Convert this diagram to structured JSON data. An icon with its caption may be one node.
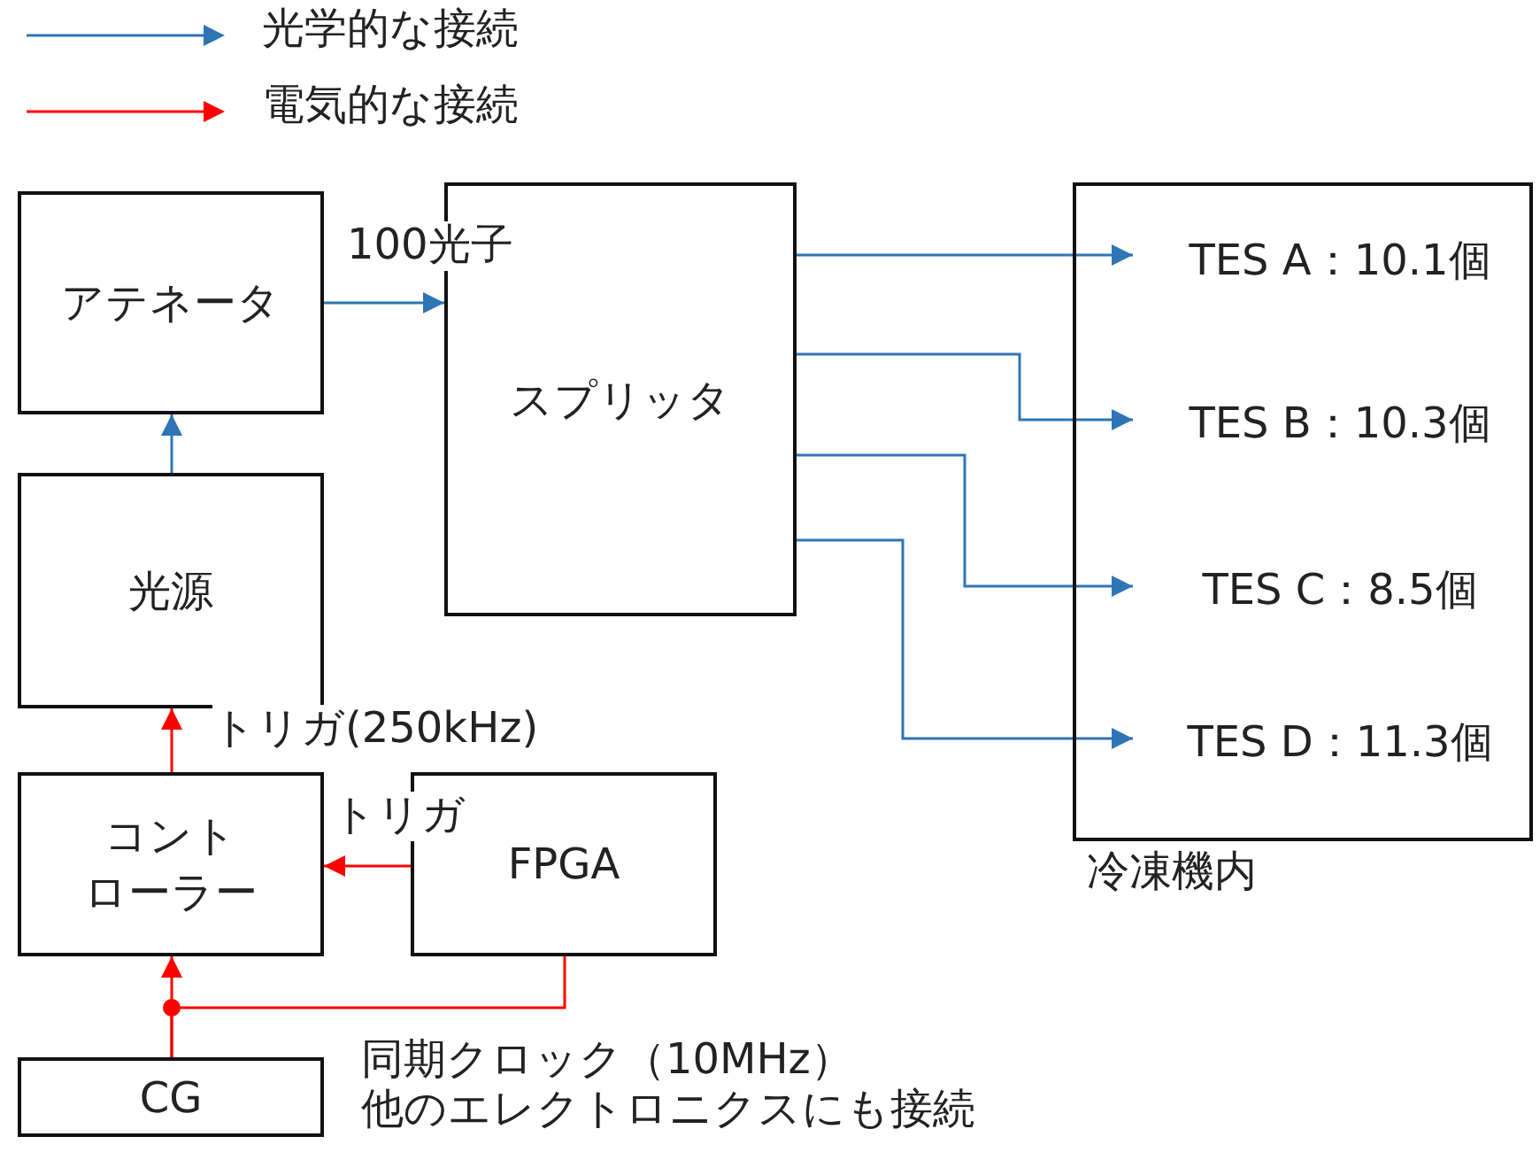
{
  "diagram": {
    "nodes": [
      {
        "text": [
          "アテネータ"
        ]
      },
      {
        "text": [
          "スプリッタ"
        ]
      },
      {
        "text": [],
        "shape": "box",
        "beside": [
          "冷凍機内"
        ]
      },
      {
        "text": [
          "TES A：10.1個"
        ],
        "in": 2
      },
      {
        "text": [
          "TES B：10.3個"
        ],
        "in": 2
      },
      {
        "text": [
          "TES C：8.5個"
        ],
        "in": 2
      },
      {
        "text": [
          "TES D：11.3個"
        ],
        "in": 2
      },
      {
        "text": [
          "光源"
        ]
      },
      {
        "text": [
          "コントローラー"
        ]
      },
      {
        "text": [
          "FPGA"
        ]
      },
      {
        "text": [
          "CG"
        ]
      }
    ],
    "edges": [
      {
        "from": 0,
        "to": 1,
        "arrow": "to",
        "label": "100光子"
      },
      {
        "from": 1,
        "to": 3,
        "arrow": "to"
      },
      {
        "from": 1,
        "to": 4,
        "arrow": "to"
      },
      {
        "from": 1,
        "to": 5,
        "arrow": "to"
      },
      {
        "from": 1,
        "to": 6,
        "arrow": "to"
      },
      {
        "from": 7,
        "to": 0,
        "arrow": "to"
      },
      {
        "from": 8,
        "to": 7,
        "arrow": "to",
        "label": "トリガ(250kHz)",
        "color": "#ff0000"
      },
      {
        "from": 9,
        "to": 8,
        "arrow": "to",
        "label": "トリガ",
        "color": "#ff0000"
      },
      {
        "from": 10,
        "to": 8,
        "arrow": "to",
        "color": "#ff0000"
      },
      {
        "from": 10,
        "to": 9,
        "arrow": "none",
        "color": "#ff0000"
      }
    ],
    "labels": [
      "同期クロック（10MHz）他のエレクトロニクスにも接続"
    ],
    "legend": [
      {
        "text": "光学的な接続",
        "color": "#2e75b6"
      },
      {
        "text": "電気的な接続",
        "color": "#ff0000"
      }
    ]
  }
}
